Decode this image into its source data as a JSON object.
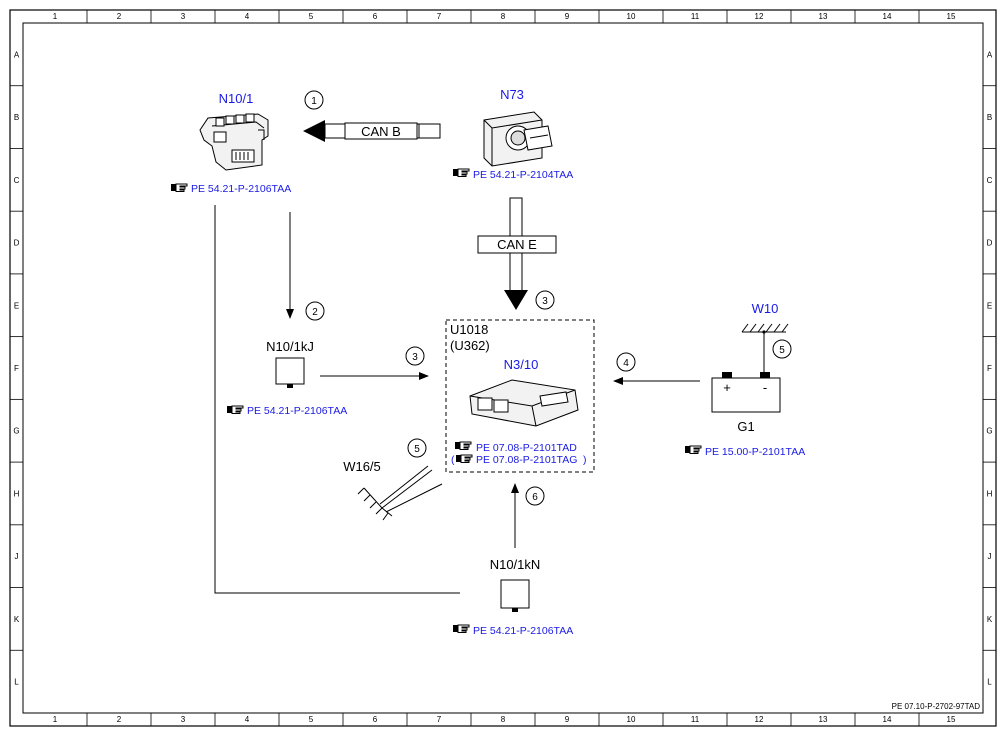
{
  "grid": {
    "columns": [
      "1",
      "2",
      "3",
      "4",
      "5",
      "6",
      "7",
      "8",
      "9",
      "10",
      "11",
      "12",
      "13",
      "14",
      "15"
    ],
    "rows": [
      "A",
      "B",
      "C",
      "D",
      "E",
      "F",
      "G",
      "H",
      "J",
      "K",
      "L"
    ]
  },
  "components": {
    "n10_1": "N10/1",
    "n73": "N73",
    "n10_1kj": "N10/1kJ",
    "u1018": "U1018",
    "u362": "(U362)",
    "n3_10": "N3/10",
    "w10": "W10",
    "g1": "G1",
    "w16_5": "W16/5",
    "n10_1kn": "N10/1kN",
    "battery_plus": "+",
    "battery_minus": "-"
  },
  "buses": {
    "can_b": "CAN B",
    "can_e": "CAN E"
  },
  "callouts": {
    "c1": "1",
    "c2": "2",
    "c3a": "3",
    "c3b": "3",
    "c4": "4",
    "c5a": "5",
    "c5b": "5",
    "c6": "6"
  },
  "references": {
    "n10_1": "PE 54.21-P-2106TAA",
    "n73": "PE 54.21-P-2104TAA",
    "n10_1kj": "PE 54.21-P-2106TAA",
    "n3_10_a": "PE 07.08-P-2101TAD",
    "n3_10_b": "PE 07.08-P-2101TAG",
    "n3_10_b_open": "(",
    "n3_10_b_close": ")",
    "g1": "PE 15.00-P-2101TAA",
    "n10_1kn": "PE 54.21-P-2106TAA"
  },
  "footer_code": "PE 07.10-P-2702-97TAD",
  "colors": {
    "blue_text": "#1a1ae6",
    "line": "#000000"
  }
}
